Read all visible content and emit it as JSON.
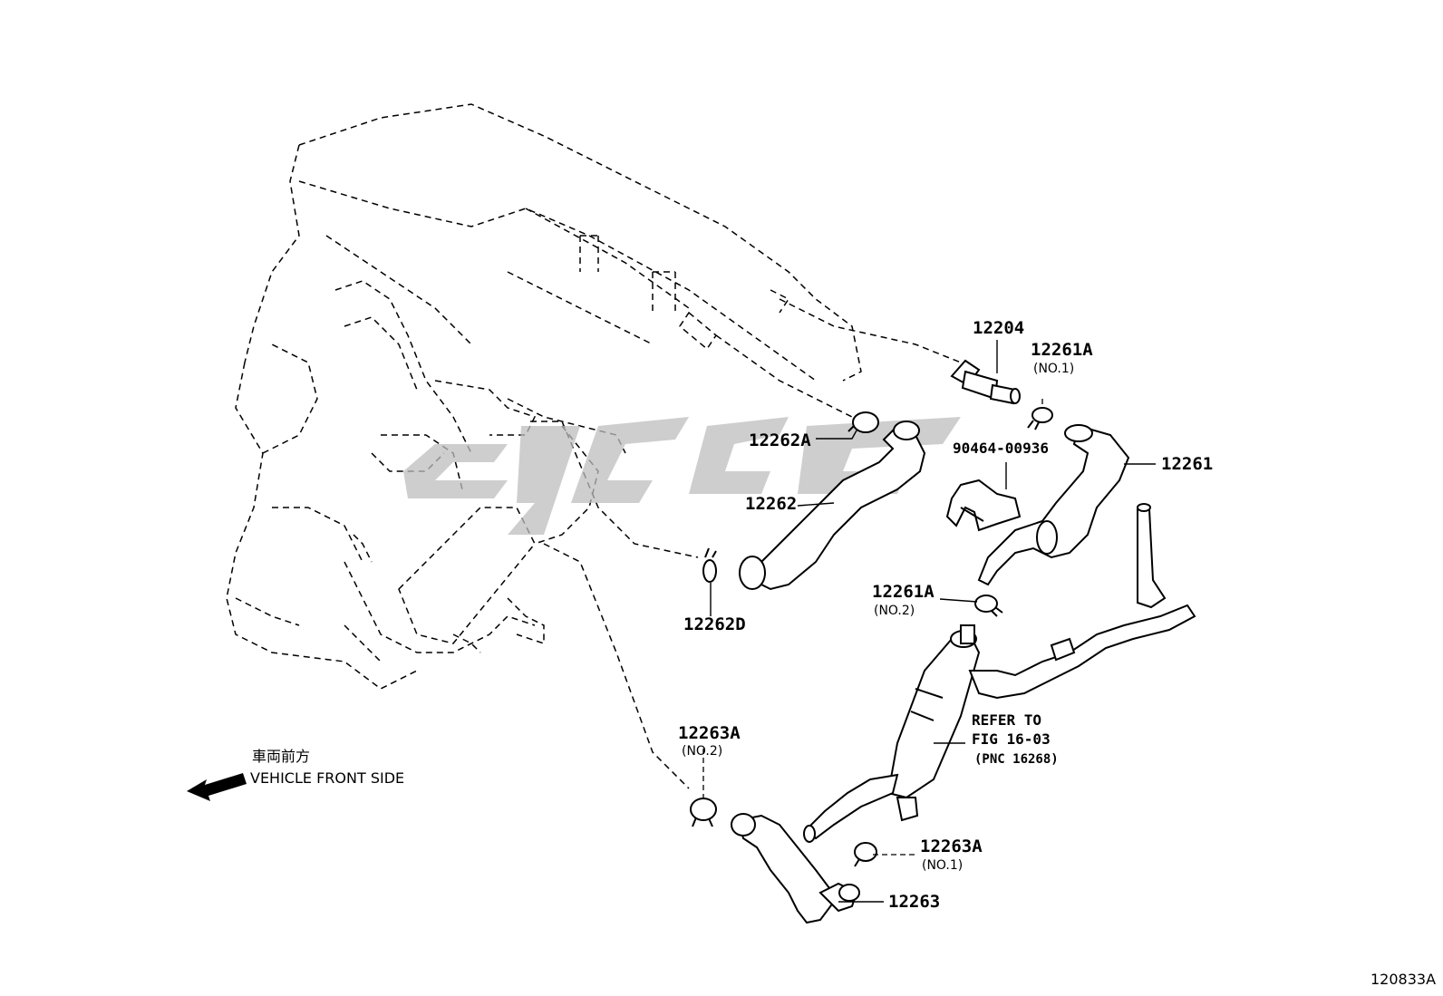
{
  "diagram": {
    "figure_id": "120833A",
    "direction_note": {
      "jp": "車両前方",
      "en": "VEHICLE FRONT SIDE"
    },
    "refer": {
      "line1": "REFER TO",
      "line2": "FIG 16-03",
      "line3": "(PNC 16268)"
    },
    "callouts": [
      {
        "id": "c12204",
        "part_no": "12204",
        "sub": ""
      },
      {
        "id": "c12261A_1",
        "part_no": "12261A",
        "sub": "(NO.1)"
      },
      {
        "id": "c12262A",
        "part_no": "12262A",
        "sub": ""
      },
      {
        "id": "c90464",
        "part_no": "90464-00936",
        "sub": ""
      },
      {
        "id": "c12261",
        "part_no": "12261",
        "sub": ""
      },
      {
        "id": "c12262",
        "part_no": "12262",
        "sub": ""
      },
      {
        "id": "c12262D",
        "part_no": "12262D",
        "sub": ""
      },
      {
        "id": "c12261A_2",
        "part_no": "12261A",
        "sub": "(NO.2)"
      },
      {
        "id": "c12263A_2",
        "part_no": "12263A",
        "sub": "(NO.2)"
      },
      {
        "id": "c12263A_1",
        "part_no": "12263A",
        "sub": "(NO.1)"
      },
      {
        "id": "c12263",
        "part_no": "12263",
        "sub": ""
      }
    ]
  }
}
